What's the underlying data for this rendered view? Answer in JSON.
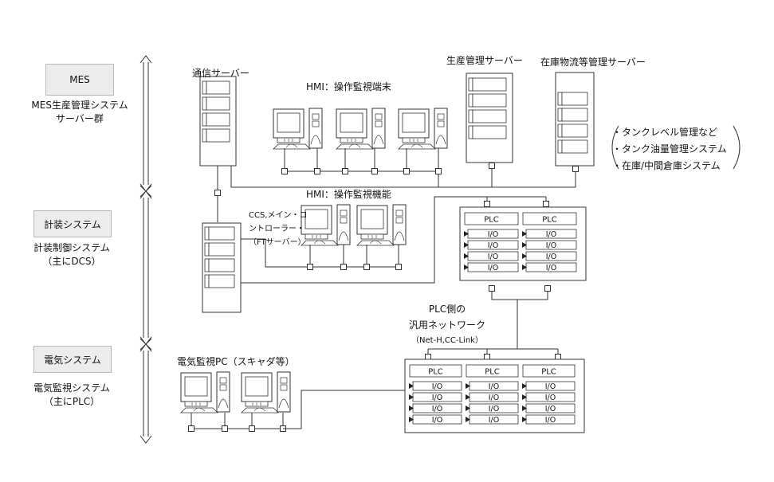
{
  "sections": [
    {
      "box": "MES",
      "desc": [
        "MES生産管理システム",
        "サーバー群"
      ]
    },
    {
      "box": "計装システム",
      "desc": [
        "計装制御システム",
        "（主にDCS）"
      ]
    },
    {
      "box": "電気システム",
      "desc": [
        "電気監視システム",
        "（主にPLC）"
      ]
    }
  ],
  "labels": {
    "comm_server": "通信サーバー",
    "hmi_terminal": "HMI：操作監視端末",
    "prod_server": "生産管理サーバー",
    "inventory_server": "在庫物流等管理サーバー",
    "hmi_function": "HMI：操作監視機能",
    "ccs": [
      "CCS,メイン・コ",
      "ントローラー・",
      "（FTサーバー）"
    ],
    "plc_network": [
      "PLC側の",
      "汎用ネットワーク",
      "（Net-H,CC-Link）"
    ],
    "power_pc": "電気監視PC（スキャダ等）"
  },
  "inventory_notes": [
    "・タンクレベル管理など",
    "・タンク油量管理システム",
    "・在庫/中間倉庫システム"
  ],
  "plc_label": "PLC",
  "io_label": "I/O"
}
